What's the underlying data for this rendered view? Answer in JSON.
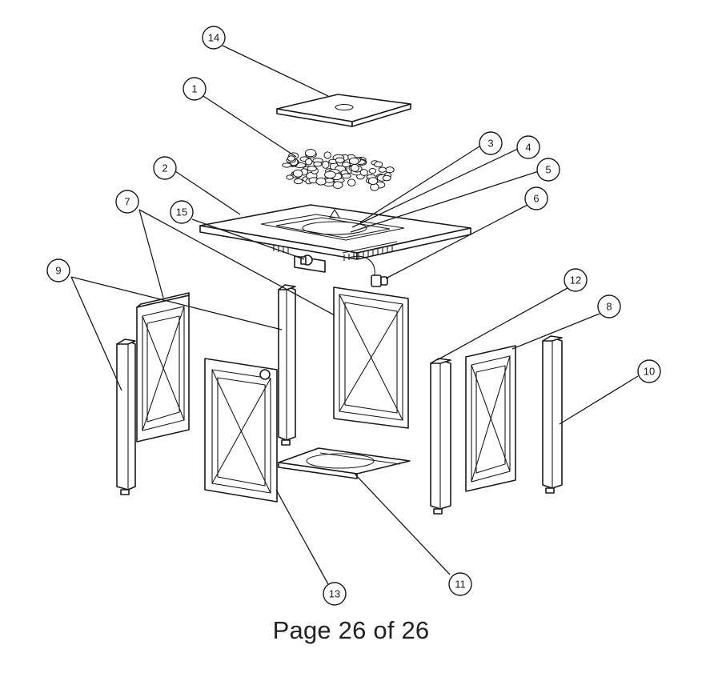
{
  "footer": {
    "text": "Page 26 of  26"
  },
  "callouts": [
    {
      "id": "14",
      "label": "14"
    },
    {
      "id": "1",
      "label": "1"
    },
    {
      "id": "3",
      "label": "3"
    },
    {
      "id": "4",
      "label": "4"
    },
    {
      "id": "5",
      "label": "5"
    },
    {
      "id": "2",
      "label": "2"
    },
    {
      "id": "15",
      "label": "15"
    },
    {
      "id": "6",
      "label": "6"
    },
    {
      "id": "7",
      "label": "7"
    },
    {
      "id": "9",
      "label": "9"
    },
    {
      "id": "12",
      "label": "12"
    },
    {
      "id": "8",
      "label": "8"
    },
    {
      "id": "10",
      "label": "10"
    },
    {
      "id": "13",
      "label": "13"
    },
    {
      "id": "11",
      "label": "11"
    }
  ]
}
